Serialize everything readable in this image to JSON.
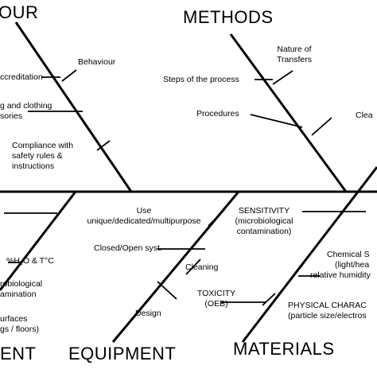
{
  "categories": {
    "top_left": "OUR",
    "methods": "METHODS",
    "bottom_left": "ENT",
    "equipment": "EQUIPMENT",
    "materials": "MATERIALS"
  },
  "behaviour": {
    "label": "Behaviour",
    "accreditation": "ccreditation",
    "clothing_line1": "g and clothing",
    "clothing_line2": "sories",
    "compliance_line1": "Compliance with",
    "compliance_line2": "safety rules &",
    "compliance_line3": "instructions"
  },
  "methods": {
    "nature_line1": "Nature of",
    "nature_line2": "Transfers",
    "steps": "Steps of the process",
    "procedures": "Procedures",
    "clea": "Clea"
  },
  "environment": {
    "humidity_prefix": "%H",
    "humidity_sub": "2",
    "humidity_suffix": "O & T°C",
    "micro_line1": "robiological",
    "micro_line2": "amination",
    "surfaces_line1": "urfaces",
    "surfaces_line2": "gs / floors)"
  },
  "equipment": {
    "use_line1": "Use",
    "use_line2": "unique/dedicated/multipurpose",
    "closed_open": "Closed/Open syst.",
    "cleaning": "Cleaning",
    "design": "Design"
  },
  "materials": {
    "sensitivity_line1": "SENSITIVITY",
    "sensitivity_line2": "(microbiological",
    "sensitivity_line3": "contamination)",
    "chemical_line1": "Chemical S",
    "chemical_line2": "(light/hea",
    "chemical_line3": "relative humidity",
    "toxicity_line1": "TOXICITY",
    "toxicity_line2": "(OEB)",
    "physical_line1": "PHYSICAL CHARAC",
    "physical_line2": "(particle size/electros"
  }
}
